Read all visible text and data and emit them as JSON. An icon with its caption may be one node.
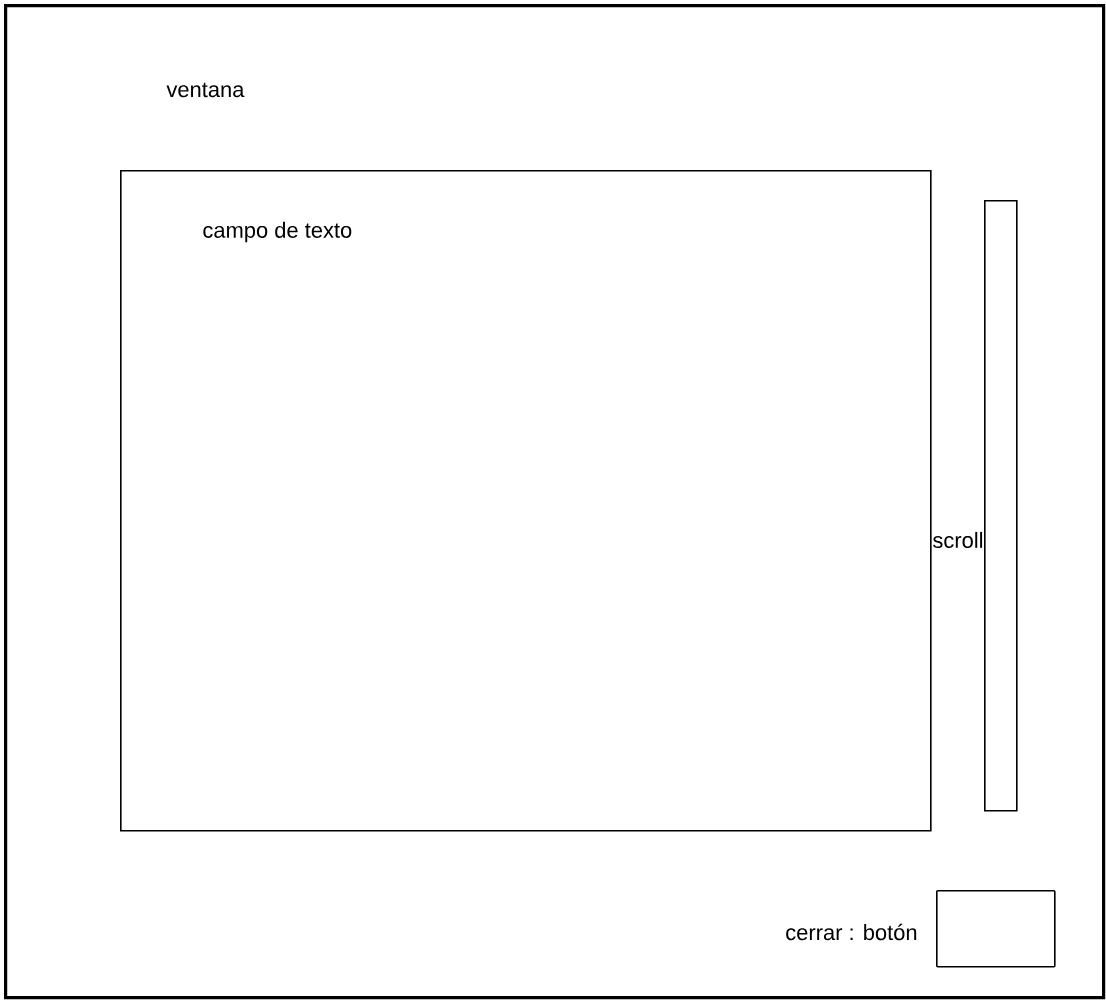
{
  "diagram": {
    "nodes": [
      {
        "text": [
          "ventana"
        ]
      },
      {
        "text": [
          "campo de texto"
        ],
        "in": 0
      },
      {
        "text": [],
        "shape": "bar",
        "in": 0,
        "beside": [
          "scroll"
        ]
      },
      {
        "text": [],
        "shape": "box",
        "in": 0,
        "beside": [
          "cerrar : botón"
        ]
      }
    ]
  }
}
